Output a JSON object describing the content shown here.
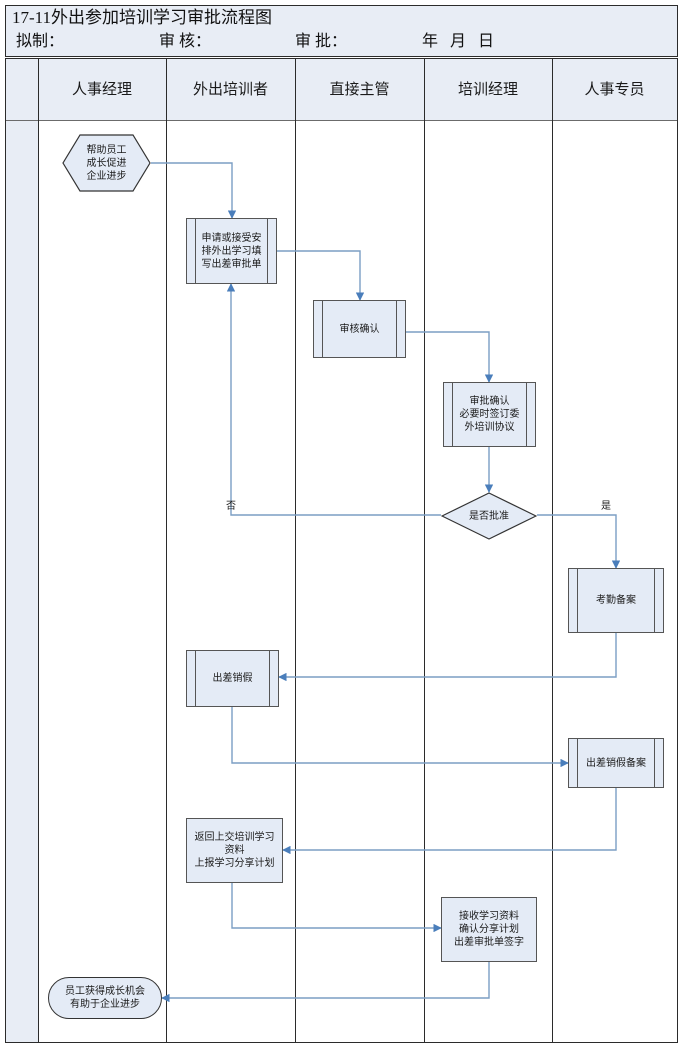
{
  "document": {
    "title": "17-11外出参加培训学习审批流程图",
    "signature_row": {
      "prepared_by": "拟制：",
      "reviewed_by": "审 核：",
      "approved_by": "审 批：",
      "date": "年 月 日"
    }
  },
  "lanes": [
    {
      "id": "lane-blank",
      "label": ""
    },
    {
      "id": "lane-hr-manager",
      "label": "人事经理"
    },
    {
      "id": "lane-trainee",
      "label": "外出培训者"
    },
    {
      "id": "lane-direct-supervisor",
      "label": "直接主管"
    },
    {
      "id": "lane-training-manager",
      "label": "培训经理"
    },
    {
      "id": "lane-hr-specialist",
      "label": "人事专员"
    }
  ],
  "nodes": [
    {
      "id": "start",
      "shape": "hexagon",
      "lane": "lane-hr-manager",
      "label": "帮助员工\n成长促进\n企业进步"
    },
    {
      "id": "apply",
      "shape": "predefined-process",
      "lane": "lane-trainee",
      "label": "申请或接受安\n排外出学习填\n写出差审批单"
    },
    {
      "id": "review",
      "shape": "predefined-process",
      "lane": "lane-direct-supervisor",
      "label": "审核确认"
    },
    {
      "id": "approve",
      "shape": "predefined-process",
      "lane": "lane-training-manager",
      "label": "审批确认\n必要时签订委\n外培训协议"
    },
    {
      "id": "decision",
      "shape": "diamond",
      "lane": "lane-training-manager",
      "label": "是否批准"
    },
    {
      "id": "attendance-filing",
      "shape": "predefined-process",
      "lane": "lane-hr-specialist",
      "label": "考勤备案"
    },
    {
      "id": "trip-leave-clear",
      "shape": "predefined-process",
      "lane": "lane-trainee",
      "label": "出差销假"
    },
    {
      "id": "trip-leave-filing",
      "shape": "predefined-process",
      "lane": "lane-hr-specialist",
      "label": "出差销假备案"
    },
    {
      "id": "submit-materials",
      "shape": "process",
      "lane": "lane-trainee",
      "label": "返回上交培训学习\n资料\n上报学习分享计划"
    },
    {
      "id": "receive-materials",
      "shape": "process",
      "lane": "lane-training-manager",
      "label": "接收学习资料\n确认分享计划\n出差审批单签字"
    },
    {
      "id": "end",
      "shape": "terminator",
      "lane": "lane-hr-manager",
      "label": "员工获得成长机会\n有助于企业进步"
    }
  ],
  "edge_labels": [
    {
      "id": "decision-no",
      "text": "否"
    },
    {
      "id": "decision-yes",
      "text": "是"
    }
  ],
  "colors": {
    "lane_header_fill": "#e8edf5",
    "node_fill": "#e4ebf6",
    "node_stroke": "#555555",
    "connector": "#7b9ec4",
    "grid_line": "#2b2b2b"
  }
}
